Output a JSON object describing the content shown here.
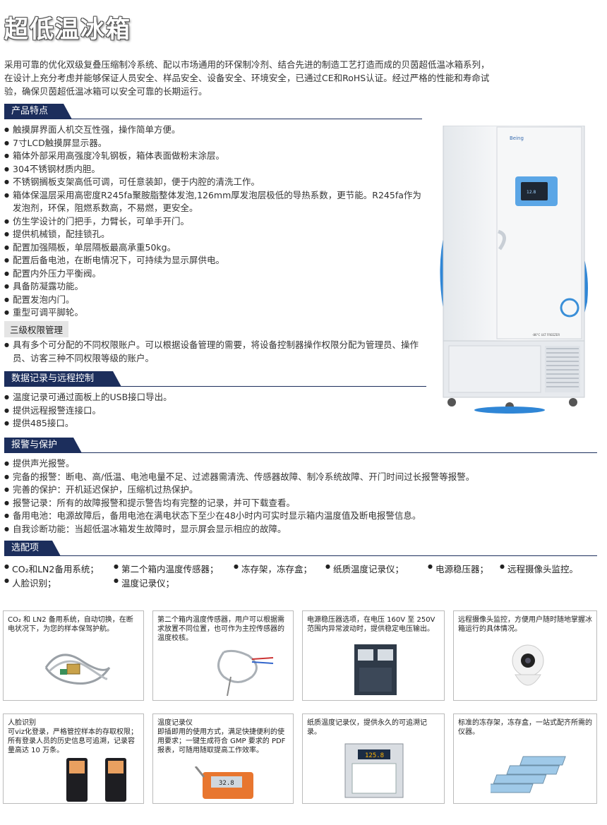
{
  "page_title": "超低温冰箱",
  "intro": "采用可靠的优化双级复叠压缩制冷系统、配以市场通用的环保制冷剂、结合先进的制造工艺打造而成的贝茵超低温冰箱系列，在设计上充分考虑并能够保证人员安全、样品安全、设备安全、环境安全，已通过CE和RoHS认证。经过严格的性能和寿命试验，确保贝茵超低温冰箱可以安全可靠的长期运行。",
  "sections": {
    "features": {
      "title": "产品特点",
      "items": [
        "触摸屏界面人机交互性强，操作简单方便。",
        "7寸LCD触摸屏显示器。",
        "箱体外部采用高强度冷轧钢板，箱体表面做粉末涂层。",
        "304不锈钢材质内胆。",
        "不锈钢搁板支架高低可调，可任意装卸，便于内腔的清洗工作。",
        "箱体保温层采用高密度R245fa聚胺脂整体发泡,126mm厚发泡层极低的导热系数，更节能。R245fa作为发泡剂，环保，阻燃系数高，不易燃，更安全。",
        "仿生学设计的门把手，力臂长，可单手开门。",
        "提供机械锁，配挂锁孔。",
        "配置加强隔板，单层隔板最高承重50kg。",
        "配置后备电池，在断电情况下，可持续为显示屏供电。",
        "配置内外压力平衡阀。",
        "具备防凝露功能。",
        "配置发泡内门。",
        "重型可调平脚轮。"
      ],
      "subhead": "三级权限管理",
      "sub_items": [
        "具有多个可分配的不同权限账户。可以根据设备管理的需要，将设备控制器操作权限分配为管理员、操作员、访客三种不同权限等级的账户。"
      ]
    },
    "data": {
      "title": "数据记录与远程控制",
      "items": [
        "温度记录可通过面板上的USB接口导出。",
        "提供远程报警连接口。",
        "提供485接口。"
      ]
    },
    "alarm": {
      "title": "报警与保护",
      "items": [
        "提供声光报警。",
        "完备的报警：断电、高/低温、电池电量不足、过滤器需清洗、传感器故障、制冷系统故障、开门时间过长报警等报警。",
        "完善的保护：开机延迟保护，压缩机过热保护。",
        "报警记录：所有的故障报警和提示警告均有完整的记录，并可下载查看。",
        "备用电池：电源故障后，备用电池在满电状态下至少在48小时内可实时显示箱内温度值及断电报警信息。",
        "自我诊断功能：当超低温冰箱发生故障时，显示屏会显示相应的故障。"
      ]
    },
    "options": {
      "title": "选配项",
      "row1": [
        "CO₂和LN2备用系统；",
        "第二个箱内温度传感器；",
        "冻存架，冻存盒；",
        "纸质温度记录仪；",
        "电源稳压器；",
        "远程摄像头监控。"
      ],
      "row2": [
        "人脸识别；",
        "温度记录仪；"
      ]
    }
  },
  "cards": [
    {
      "caption": "CO₂ 和 LN2 备用系统，自动切换，在断电状况下，为您的样本保驾护航。",
      "icon": "gas-hose-icon"
    },
    {
      "caption": "第二个箱内温度传感器，用户可以根据需求放置不同位置，也可作为主控传感器的温度校核。",
      "icon": "temperature-probe-icon"
    },
    {
      "caption": "电源稳压器选项，在电压 160V 至 250V 范围内异常波动时，提供稳定电压输出。",
      "icon": "voltage-regulator-icon"
    },
    {
      "caption": "远程摄像头监控，方便用户随时随地掌握冰箱运行的具体情况。",
      "icon": "camera-icon"
    },
    {
      "caption": "人脸识别\n可viz化登录，严格管控样本的存取权限；所有登录人员的历史信息可追溯，记录容量高达 10 万条。",
      "icon": "face-terminal-icon"
    },
    {
      "caption": "温度记录仪\n即插即用的使用方式，满足快捷便利的使用要求；一键生成符合 GMP 要求的 PDF 报表，可随用随取提高工作效率。",
      "icon": "temp-logger-icon"
    },
    {
      "caption": "纸质温度记录仪，提供永久的可追溯记录。",
      "icon": "chart-recorder-icon"
    },
    {
      "caption": "标准的冻存架，冻存盒，一站式配齐所需的仪器。",
      "icon": "freezer-rack-icon"
    }
  ],
  "freezer": {
    "brand": "Being",
    "label": "-86°C ULT FREEZER",
    "display": "12.8",
    "recorder_display": "125.8",
    "logger_display": "32.8"
  },
  "colors": {
    "navy": "#1c2e5c",
    "freezer_blue": "#3a8fd8",
    "panel_blue": "#5ba6e6"
  }
}
